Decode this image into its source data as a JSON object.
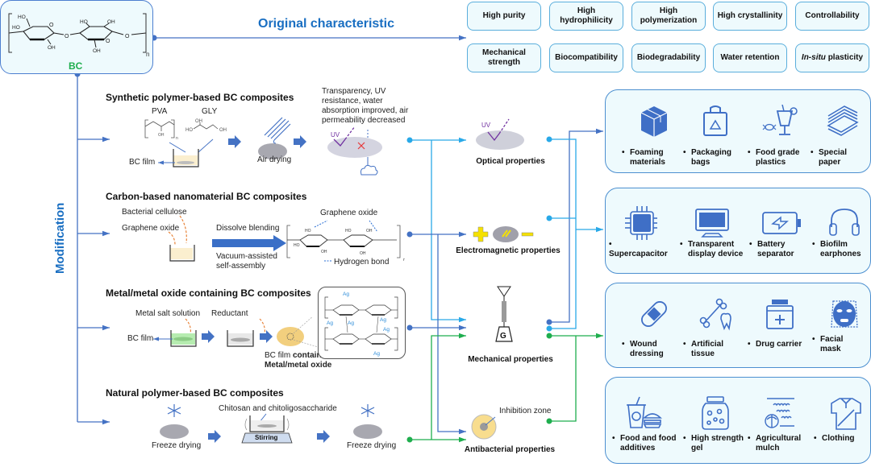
{
  "bc": {
    "label": "BC",
    "repeat_n": "n",
    "hydroxyl_labels": [
      "HO",
      "HO",
      "OH",
      "HO",
      "OH",
      "OH"
    ],
    "label_color": "#1fae4e"
  },
  "original": {
    "title": "Original characteristic",
    "title_color": "#1a6fc2",
    "characteristics_row1": [
      "High purity",
      "High hydrophilicity",
      "High polymerization",
      "High crystallinity",
      "Controllability"
    ],
    "characteristics_row2": [
      "Mechanical strength",
      "Biocompatibility",
      "Biodegradability",
      "Water retention",
      "plasticity"
    ],
    "in_situ_prefix": "In-situ"
  },
  "modification": {
    "label": "Modification",
    "label_color": "#1a6fc2"
  },
  "synthetic": {
    "title": "Synthetic polymer-based BC composites",
    "pva": "PVA",
    "gly": "GLY",
    "gly_oh": "OH",
    "gly_ho": "HO",
    "pva_oh": "OH",
    "pva_n": "n",
    "bc_film": "BC film",
    "air_drying": "Air drying",
    "uv": "UV",
    "effect": [
      "Transparency, UV",
      "resistance, water",
      "absorption improved, air",
      "permeability decreased"
    ]
  },
  "carbon": {
    "title": "Carbon-based nanomaterial BC composites",
    "bacterial_cellulose": "Bacterial cellulose",
    "graphene_oxide": "Graphene oxide",
    "dissolve": "Dissolve blending",
    "vacuum": [
      "Vacuum-assisted",
      "self-assembly"
    ],
    "graphene_label": "Graphene oxide",
    "hydrogen_bond": "Hydrogen bond",
    "repeat_n": "n"
  },
  "metal": {
    "title": "Metal/metal oxide containing BC composites",
    "metal_salt": "Metal salt solution",
    "reductant": "Reductant",
    "bc_film": "BC film",
    "result_prefix": "BC film ",
    "result_bold": "containing",
    "result_line2": "Metal/metal oxide",
    "ag": "Ag"
  },
  "natural": {
    "title": "Natural polymer-based BC composites",
    "freeze1": "Freeze drying",
    "chitosan": "Chitosan and chitoligosaccharide",
    "stirring": "Stirring",
    "freeze2": "Freeze drying"
  },
  "properties": {
    "optical": "Optical properties",
    "optical_uv": "UV",
    "electromagnetic": "Electromagnetic properties",
    "mechanical": "Mechanical properties",
    "mechanical_g": "G",
    "antibacterial": "Antibacterial properties",
    "inhibition": "Inhibition zone"
  },
  "applications": [
    {
      "items": [
        {
          "icon": "box-icon",
          "lines": [
            "Foaming",
            "materials"
          ]
        },
        {
          "icon": "recycle-bag-icon",
          "lines": [
            "Packaging",
            "bags"
          ]
        },
        {
          "icon": "drink-candy-icon",
          "lines": [
            "Food grade",
            "plastics"
          ]
        },
        {
          "icon": "paper-stack-icon",
          "lines": [
            "Special",
            "paper"
          ]
        }
      ]
    },
    {
      "items": [
        {
          "icon": "chip-icon",
          "lines": [
            "Supercapacitor"
          ]
        },
        {
          "icon": "monitor-icon",
          "lines": [
            "Transparent",
            "display device"
          ]
        },
        {
          "icon": "battery-icon",
          "lines": [
            "Battery",
            "separator"
          ]
        },
        {
          "icon": "headphones-icon",
          "lines": [
            "Biofilm",
            "earphones"
          ]
        }
      ]
    },
    {
      "items": [
        {
          "icon": "bandage-icon",
          "lines": [
            "Wound",
            "dressing"
          ]
        },
        {
          "icon": "bone-tooth-icon",
          "lines": [
            "Artificial",
            "tissue"
          ]
        },
        {
          "icon": "medicine-jar-icon",
          "lines": [
            "Drug carrier"
          ]
        },
        {
          "icon": "face-mask-icon",
          "lines": [
            "Facial",
            "mask"
          ]
        }
      ]
    },
    {
      "items": [
        {
          "icon": "fast-food-icon",
          "lines": [
            "Food and food",
            "additives"
          ]
        },
        {
          "icon": "gel-jar-icon",
          "lines": [
            "High strength",
            "gel"
          ]
        },
        {
          "icon": "mulch-icon",
          "lines": [
            "Agricultural",
            "mulch"
          ]
        },
        {
          "icon": "shirt-icon",
          "lines": [
            "Clothing"
          ]
        }
      ]
    }
  ],
  "colors": {
    "primary_blue": "#4472c4",
    "light_blue": "#29a9e8",
    "green": "#1fae4e",
    "icon_blue": "#3f6fc6",
    "panel_bg": "#eefafd",
    "arrow_blue": "#3a70d0",
    "orange_dash": "#e8843a",
    "purple_uv": "#7030a0"
  }
}
